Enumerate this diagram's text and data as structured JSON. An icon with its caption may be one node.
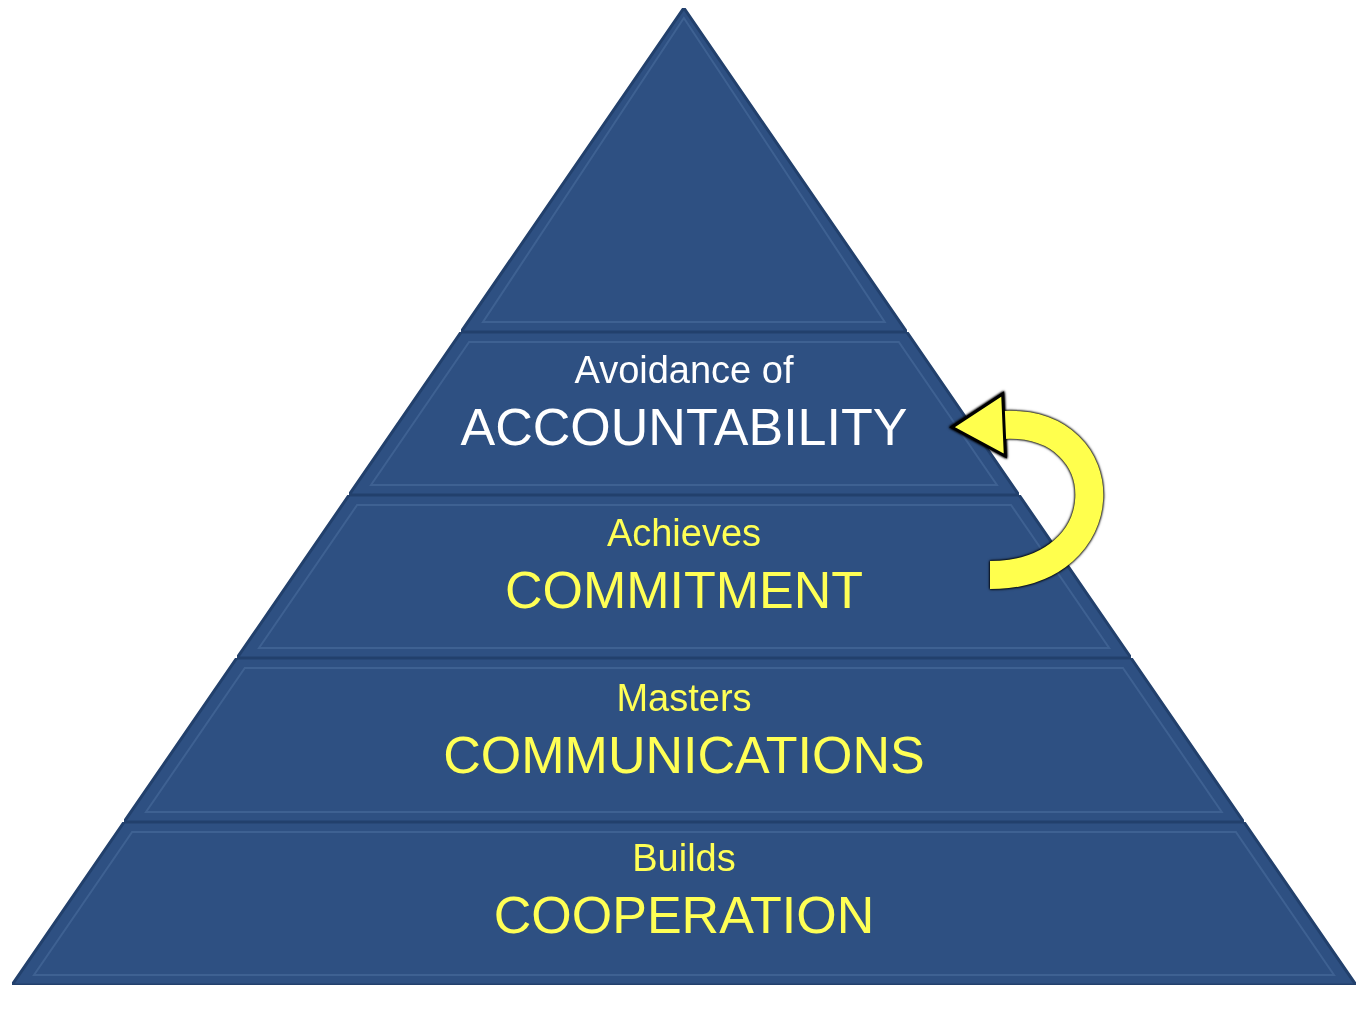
{
  "diagram": {
    "nodes": [
      {
        "text": [],
        "shape": "triangle"
      },
      {
        "text": [
          "Avoidance of",
          "ACCOUNTABILITY"
        ]
      },
      {
        "text": [
          "Achieves",
          "COMMITMENT"
        ]
      },
      {
        "text": [
          "Masters",
          "COMMUNICATIONS"
        ]
      },
      {
        "text": [
          "Builds",
          "COOPERATION"
        ]
      }
    ],
    "edges": [
      {
        "from": 2,
        "to": 1,
        "arrow": "to"
      }
    ]
  }
}
